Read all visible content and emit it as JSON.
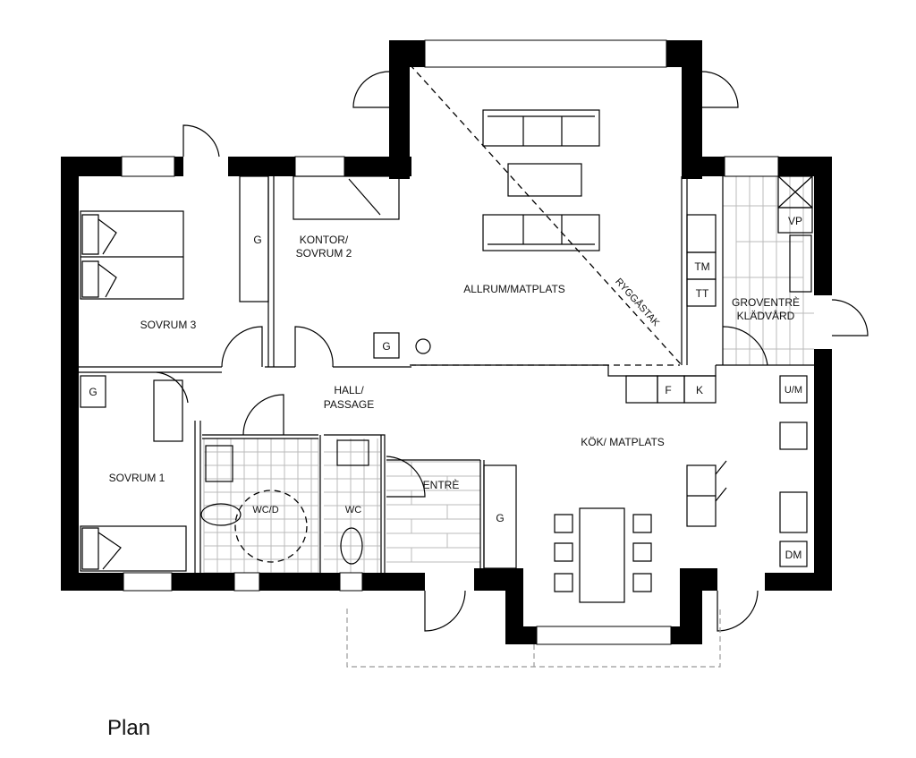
{
  "title": "Plan",
  "rooms": {
    "sovrum3": "SOVRUM 3",
    "kontor_line1": "KONTOR/",
    "kontor_line2": "SOVRUM 2",
    "allrum": "ALLRUM/MATPLATS",
    "ryggastak": "RYGGÅSTAK",
    "groventre_line1": "GROVENTRÈ",
    "groventre_line2": "KLÄDVÅRD",
    "hall_line1": "HALL/",
    "hall_line2": "PASSAGE",
    "sovrum1": "SOVRUM 1",
    "wcd": "WC/D",
    "wc": "WC",
    "entre": "ENTRÈ",
    "kok": "KÖK/ MATPLATS"
  },
  "fixtures": {
    "g": "G",
    "vp": "VP",
    "tm": "TM",
    "tt": "TT",
    "f": "F",
    "k": "K",
    "um": "U/M",
    "dm": "DM"
  }
}
